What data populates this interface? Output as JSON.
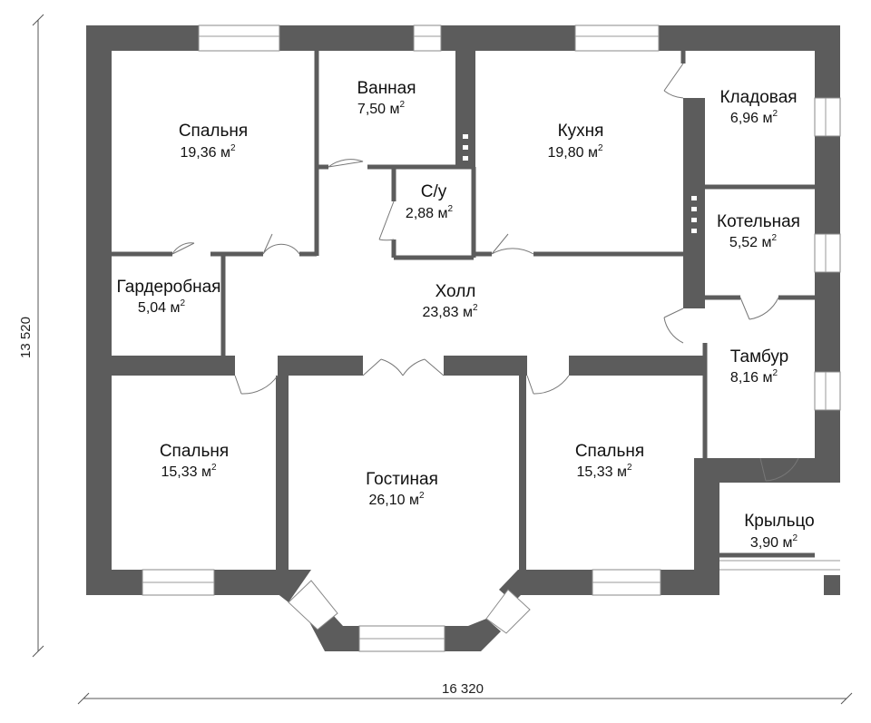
{
  "dimensions": {
    "width_label": "16 320",
    "height_label": "13 520"
  },
  "area_unit": "м",
  "area_unit_power": "2",
  "rooms": [
    {
      "id": "bedroom-1",
      "name": "Спальня",
      "area": "19,36"
    },
    {
      "id": "bathroom",
      "name": "Ванная",
      "area": "7,50"
    },
    {
      "id": "kitchen",
      "name": "Кухня",
      "area": "19,80"
    },
    {
      "id": "pantry",
      "name": "Кладовая",
      "area": "6,96"
    },
    {
      "id": "wc",
      "name": "С/у",
      "area": "2,88"
    },
    {
      "id": "boiler",
      "name": "Котельная",
      "area": "5,52"
    },
    {
      "id": "wardrobe",
      "name": "Гардеробная",
      "area": "5,04"
    },
    {
      "id": "hall",
      "name": "Холл",
      "area": "23,83"
    },
    {
      "id": "vestibule",
      "name": "Тамбур",
      "area": "8,16"
    },
    {
      "id": "bedroom-2",
      "name": "Спальня",
      "area": "15,33"
    },
    {
      "id": "living",
      "name": "Гостиная",
      "area": "26,10"
    },
    {
      "id": "bedroom-3",
      "name": "Спальня",
      "area": "15,33"
    },
    {
      "id": "porch",
      "name": "Крыльцо",
      "area": "3,90"
    }
  ]
}
